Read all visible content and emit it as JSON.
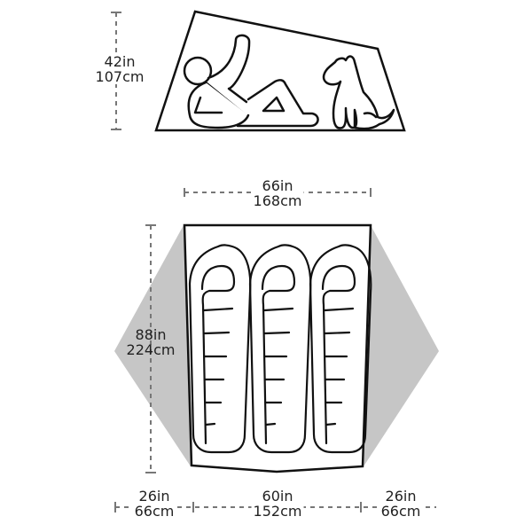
{
  "diagram": {
    "type": "tent-dimensions",
    "side_view": {
      "height": {
        "imperial": "42in",
        "metric": "107cm"
      },
      "figures": [
        "person-reclining",
        "dog-sitting"
      ]
    },
    "floor_plan": {
      "width_top": {
        "imperial": "66in",
        "metric": "168cm"
      },
      "length": {
        "imperial": "88in",
        "metric": "224cm"
      },
      "bottom": {
        "left_vestibule": {
          "imperial": "26in",
          "metric": "66cm"
        },
        "floor_width": {
          "imperial": "60in",
          "metric": "152cm"
        },
        "right_vestibule": {
          "imperial": "26in",
          "metric": "66cm"
        }
      },
      "sleeping_bags": 3
    },
    "colors": {
      "outline": "#111111",
      "vestibule_fill": "#c6c6c6",
      "dimension_line": "#777777",
      "text": "#222222"
    }
  }
}
